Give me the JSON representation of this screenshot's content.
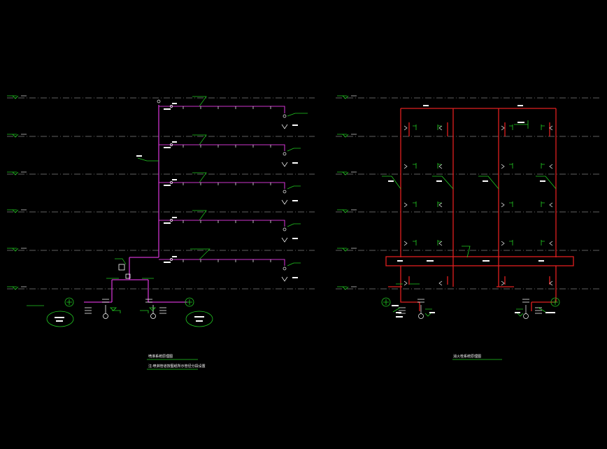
{
  "left_drawing": {
    "title_1": "喷淋系统原理图",
    "title_2": "注:喷淋管道按图纸所示管径分段设置"
  },
  "right_drawing": {
    "title_1": "消火栓系统原理图"
  },
  "colors": {
    "background": "#000000",
    "grid_line": "#808080",
    "sprinkler_pipe": "#cc33cc",
    "hydrant_pipe": "#e02020",
    "annotation": "#22cc22",
    "text": "#ffffff"
  }
}
